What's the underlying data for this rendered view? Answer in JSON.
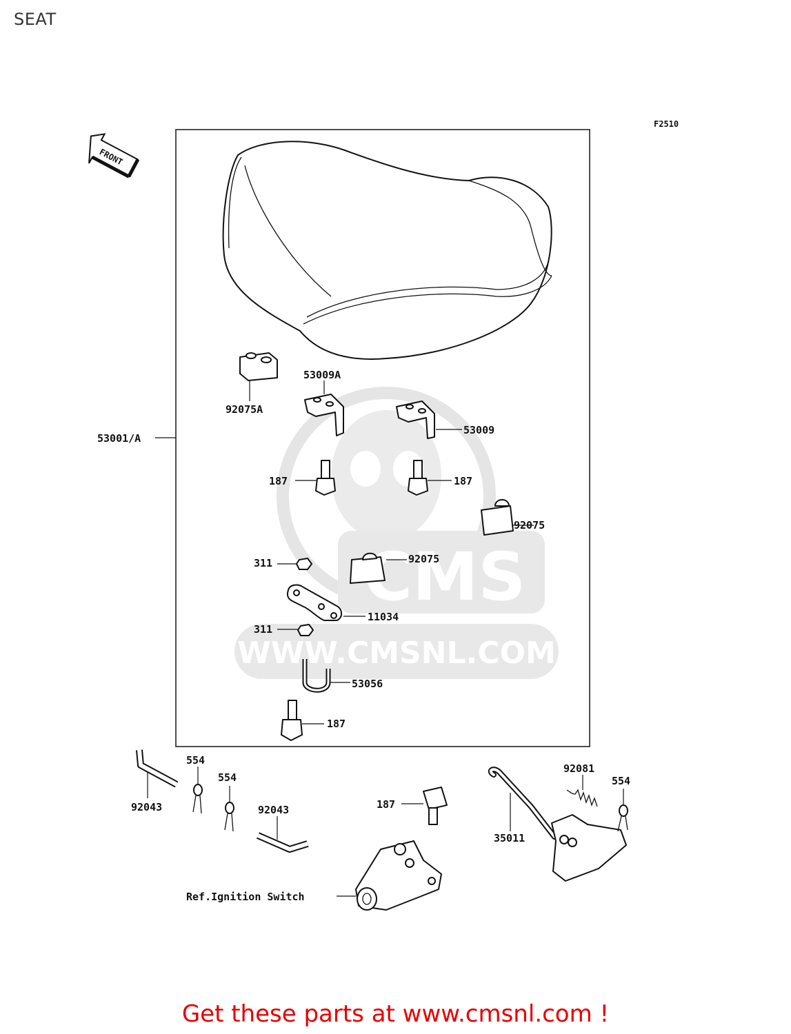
{
  "page": {
    "title": "SEAT",
    "figure_code": "F2510",
    "front_marker": "FRONT",
    "watermark": {
      "brand": "CMS",
      "url": "WWW.CMSNL.COM"
    },
    "footer_cta": "Get these parts at www.cmsnl.com !"
  },
  "callouts": {
    "seat_assembly": "53001/A",
    "stopper_a": "92075A",
    "bracket_a": "53009A",
    "bracket": "53009",
    "bolt_left": "187",
    "bolt_right": "187",
    "damper_right": "92075",
    "damper_center": "92075",
    "nut_top": "311",
    "plate": "11034",
    "nut_bottom": "311",
    "hook": "53056",
    "bolt_bottom": "187",
    "cable_left": "92043",
    "pin_1": "554",
    "pin_2": "554",
    "cable_center": "92043",
    "bolt_lock": "187",
    "ignition_ref": "Ref.Ignition Switch",
    "lever": "35011",
    "spring": "92081",
    "pin_3": "554"
  }
}
